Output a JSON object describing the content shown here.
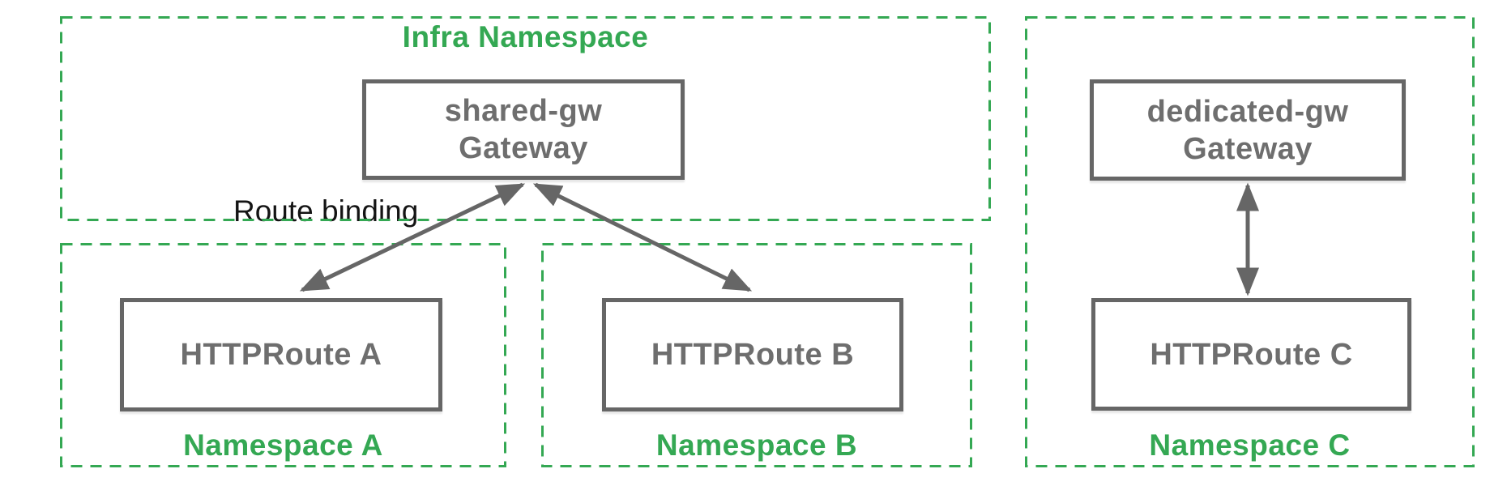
{
  "colors": {
    "background": "#ffffff",
    "namespace": "#34a853",
    "node_border": "#666666",
    "node_text": "#6e6e6e",
    "arrow": "#666666",
    "annotation": "#141414"
  },
  "namespaces": {
    "infra": {
      "label": "Infra Namespace"
    },
    "a": {
      "label": "Namespace A"
    },
    "b": {
      "label": "Namespace B"
    },
    "c": {
      "label": "Namespace C"
    }
  },
  "nodes": {
    "shared_gw": {
      "name": "shared-gw",
      "kind": "Gateway"
    },
    "dedicated_gw": {
      "name": "dedicated-gw",
      "kind": "Gateway"
    },
    "route_a": {
      "label": "HTTPRoute A"
    },
    "route_b": {
      "label": "HTTPRoute B"
    },
    "route_c": {
      "label": "HTTPRoute C"
    }
  },
  "annotations": {
    "route_binding": "Route binding"
  }
}
